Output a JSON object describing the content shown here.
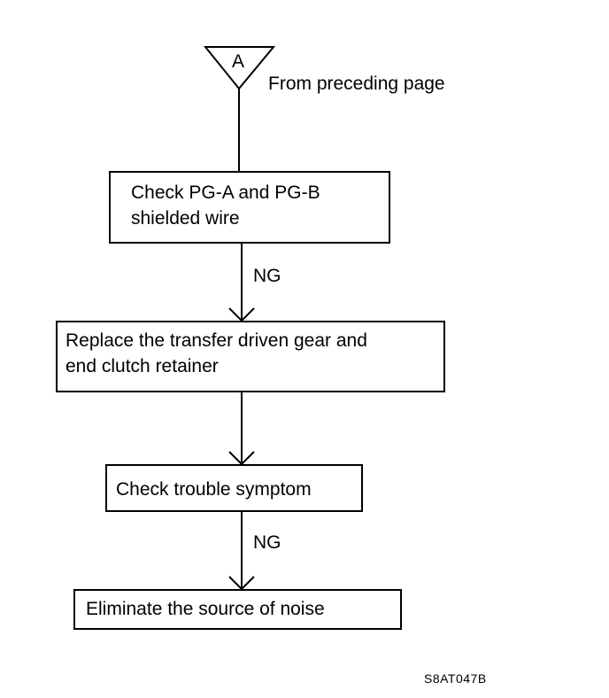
{
  "connector": {
    "letter": "A",
    "caption": "From preceding page"
  },
  "steps": [
    {
      "text": "Check PG-A and PG-B\nshielded wire"
    },
    {
      "text": "Replace the transfer driven gear and\nend clutch retainer"
    },
    {
      "text": "Check trouble symptom"
    },
    {
      "text": "Eliminate the source of noise"
    }
  ],
  "branches": [
    {
      "label": "NG"
    },
    {
      "label": "NG"
    }
  ],
  "figure_code": "S8AT047B"
}
